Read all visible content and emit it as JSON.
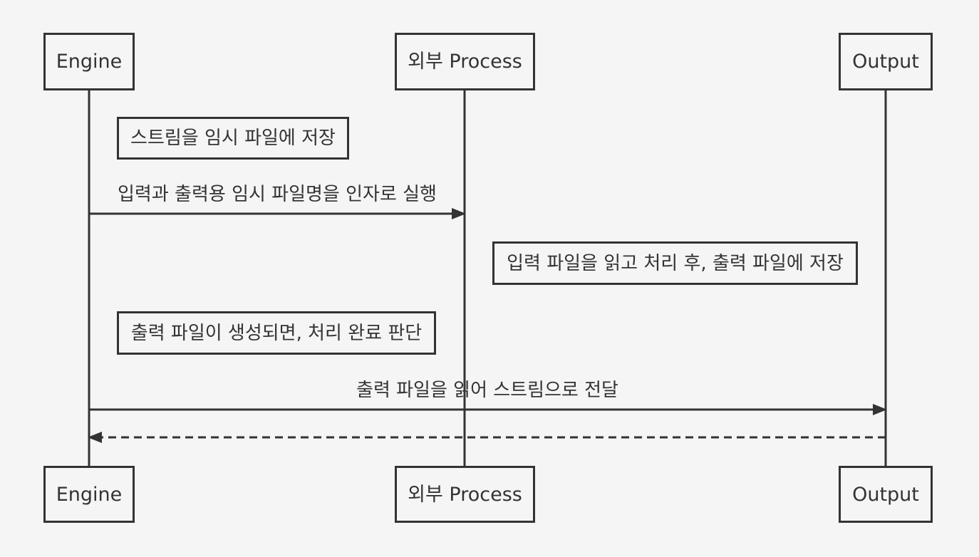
{
  "participants": {
    "engine": "Engine",
    "process": "외부 Process",
    "output": "Output"
  },
  "notes": {
    "store_temp": "스트림을 임시 파일에 저장",
    "process_work": "입력 파일을 읽고 처리 후, 출력 파일에 저장",
    "completion": "출력 파일이 생성되면, 처리 완료 판단"
  },
  "messages": {
    "run_process": "입력과 출력용 임시 파일명을 인자로 실행",
    "deliver_stream": "출력 파일을 읽어 스트림으로 전달"
  },
  "colors": {
    "line": "#333333",
    "background": "#f5f5f5"
  }
}
